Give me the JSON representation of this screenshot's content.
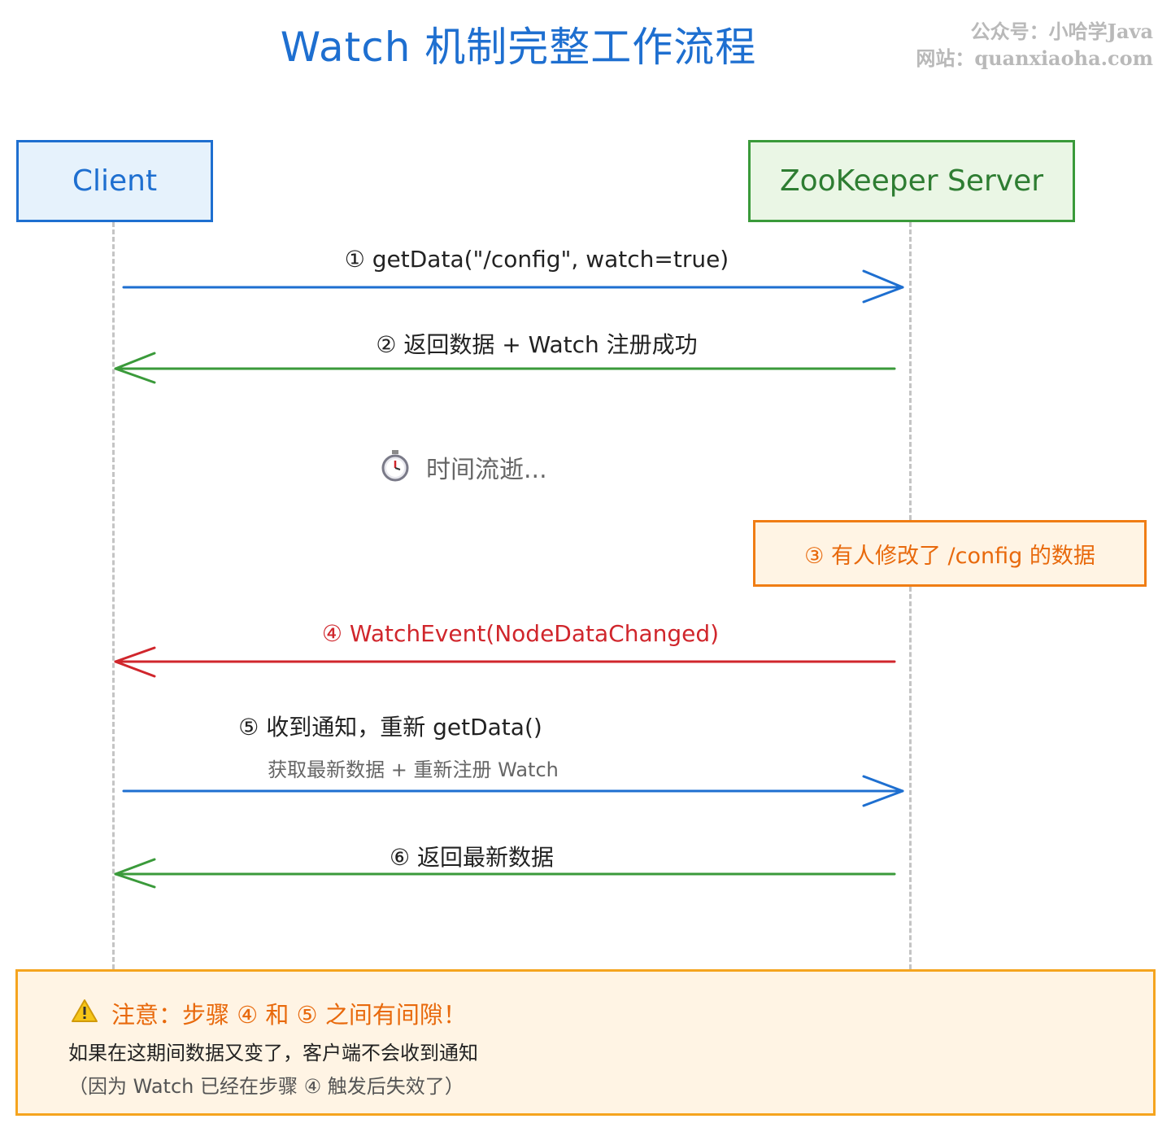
{
  "title": "Watch 机制完整工作流程",
  "watermark": {
    "line1": "公众号：小哈学Java",
    "line2": "网站：quanxiaoha.com"
  },
  "actors": {
    "client": "Client",
    "server": "ZooKeeper Server"
  },
  "messages": [
    {
      "label": "① getData(\"/config\", watch=true)",
      "from": "client",
      "to": "server",
      "color": "#1e6fd0"
    },
    {
      "label": "② 返回数据 + Watch 注册成功",
      "from": "server",
      "to": "client",
      "color": "#3a9a3a"
    },
    {
      "label": "④ WatchEvent(NodeDataChanged)",
      "from": "server",
      "to": "client",
      "color": "#d0262c"
    },
    {
      "label": "⑤ 收到通知，重新 getData()",
      "sublabel": "获取最新数据 + 重新注册 Watch",
      "from": "client",
      "to": "server",
      "color": "#1e6fd0"
    },
    {
      "label": "⑥ 返回最新数据",
      "from": "server",
      "to": "client",
      "color": "#3a9a3a"
    }
  ],
  "time_passing": {
    "icon": "stopwatch-icon",
    "text": "时间流逝..."
  },
  "server_event": "③ 有人修改了 /config 的数据",
  "note": {
    "icon": "warning-icon",
    "title": "注意：步骤 ④ 和 ⑤ 之间有间隙！",
    "line1": "如果在这期间数据又变了，客户端不会收到通知",
    "line2": "（因为 Watch 已经在步骤 ④ 触发后失效了）"
  }
}
